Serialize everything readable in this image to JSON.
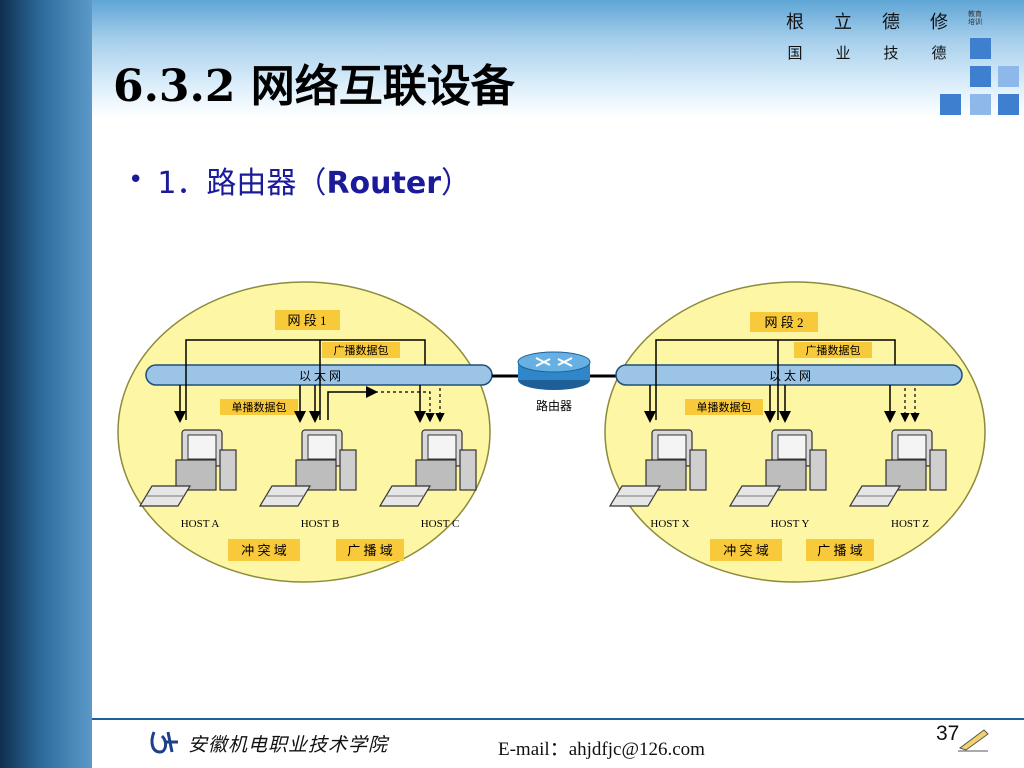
{
  "header": {
    "title": "6.3.2  网络互联设备",
    "motto_row1": [
      "根",
      "立",
      "德",
      "修"
    ],
    "motto_row2": [
      "国",
      "业",
      "技",
      "德"
    ],
    "seal_text": "教育培训",
    "colors": {
      "sidebar": "#1e4f7a",
      "topbar": "#8cc3e8",
      "squares": [
        "#3f7fd0",
        "#8eb8ea"
      ]
    }
  },
  "content": {
    "bullet": "•",
    "heading_prefix": "1．路由器（",
    "heading_bold": "Router",
    "heading_suffix": "）"
  },
  "diagram": {
    "router_label": "路由器",
    "segments": [
      {
        "segment_label": "网 段 1",
        "broadcast_packet": "广播数据包",
        "unicast_packet": "单播数据包",
        "ethernet_label": "以  太  网",
        "hosts": [
          "HOST A",
          "HOST B",
          "HOST C"
        ],
        "collision_label": "冲 突 域",
        "broadcast_label": "广 播 域"
      },
      {
        "segment_label": "网 段 2",
        "broadcast_packet": "广播数据包",
        "unicast_packet": "单播数据包",
        "ethernet_label": "以  太  网",
        "hosts": [
          "HOST X",
          "HOST Y",
          "HOST Z"
        ],
        "collision_label": "冲 突 域",
        "broadcast_label": "广 播 域"
      }
    ],
    "colors": {
      "ellipse": "#fdf6a4",
      "label_box": "#f7c93b",
      "cable": "#9cc4e6",
      "router": "#2f86c8"
    }
  },
  "footer": {
    "institute": "安徽机电职业技术学院",
    "email": "E-mail：ahjdfjc@126.com",
    "page_number": "37"
  }
}
